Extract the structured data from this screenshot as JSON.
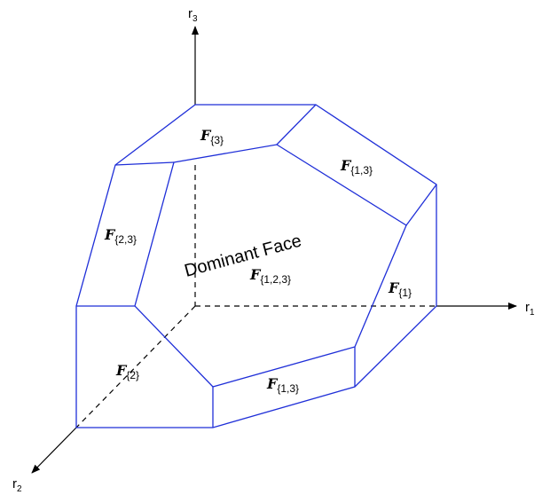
{
  "axes": {
    "r1": {
      "base": "r",
      "sub": "1"
    },
    "r2": {
      "base": "r",
      "sub": "2"
    },
    "r3": {
      "base": "r",
      "sub": "3"
    }
  },
  "dominant_face": {
    "title": "Dominant Face",
    "label": {
      "script": "F",
      "sub": "{1,2,3}"
    }
  },
  "faces": {
    "f3": {
      "script": "F",
      "sub": "{3}"
    },
    "f13_top": {
      "script": "F",
      "sub": "{1,3}"
    },
    "f23": {
      "script": "F",
      "sub": "{2,3}"
    },
    "f1": {
      "script": "F",
      "sub": "{1}"
    },
    "f2": {
      "script": "F",
      "sub": "{2}"
    },
    "f13_bot": {
      "script": "F",
      "sub": "{1,3}"
    }
  },
  "colors": {
    "edges": "#1f2fd8",
    "axes": "#000000"
  }
}
